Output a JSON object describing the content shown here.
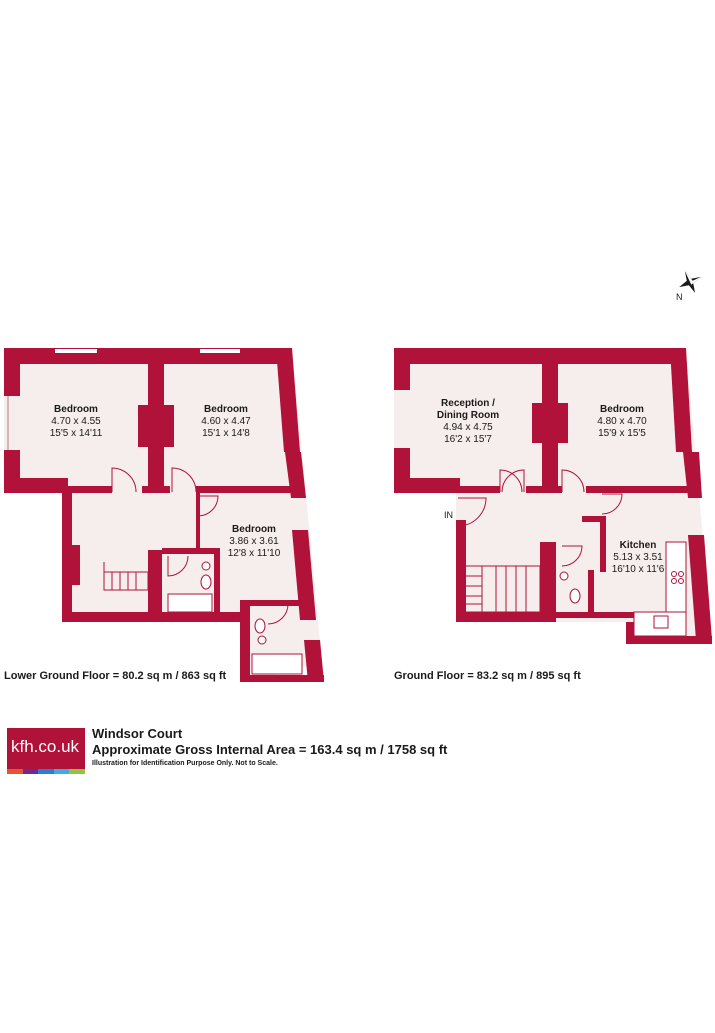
{
  "compass": {
    "label": "N"
  },
  "lower_ground": {
    "caption": "Lower Ground Floor  = 80.2 sq m / 863 sq ft",
    "rooms": [
      {
        "name": "Bedroom",
        "metric": "4.70 x 4.55",
        "imperial": "15'5 x 14'11"
      },
      {
        "name": "Bedroom",
        "metric": "4.60 x 4.47",
        "imperial": "15'1 x 14'8"
      },
      {
        "name": "Bedroom",
        "metric": "3.86 x 3.61",
        "imperial": "12'8 x 11'10"
      }
    ]
  },
  "ground": {
    "caption": "Ground Floor  = 83.2 sq m / 895 sq ft",
    "entry": "IN",
    "rooms": [
      {
        "name": "Reception /",
        "name2": "Dining Room",
        "metric": "4.94 x 4.75",
        "imperial": "16'2 x 15'7"
      },
      {
        "name": "Bedroom",
        "metric": "4.80 x 4.70",
        "imperial": "15'9 x 15'5"
      },
      {
        "name": "Kitchen",
        "metric": "5.13 x 3.51",
        "imperial": "16'10 x 11'6"
      }
    ]
  },
  "branding": {
    "logo": "kfh.co.uk",
    "stripe_colors": [
      "#e4572e",
      "#6a2c91",
      "#2a7fd4",
      "#3ab0d8",
      "#8dc63f"
    ],
    "wall_color": "#b0123a",
    "floor_color": "#f6eeec"
  },
  "footer": {
    "property": "Windsor Court",
    "area": "Approximate Gross Internal Area = 163.4 sq m / 1758 sq ft",
    "disclaimer": "Illustration for Identification Purpose Only. Not to Scale."
  }
}
